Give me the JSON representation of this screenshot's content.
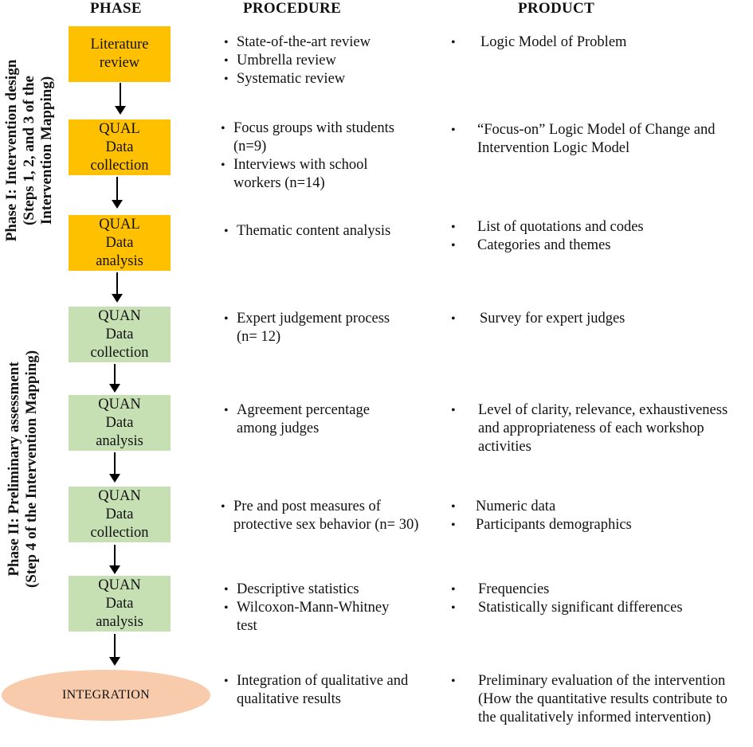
{
  "headers": {
    "phase": "PHASE",
    "procedure": "PROCEDURE",
    "product": "PRODUCT"
  },
  "phase_labels": {
    "phase1": [
      "Phase I: Intervention design",
      "(Steps 1, 2, and 3 of the",
      "Intervention Mapping)"
    ],
    "phase2": [
      "Phase II: Preliminary assessment",
      "(Step 4 of the Intervention Mapping)"
    ]
  },
  "steps": [
    {
      "box": [
        "Literature",
        "review"
      ],
      "kind": "qual",
      "procedure": [
        "State-of-the-art review",
        "Umbrella review",
        "Systematic review"
      ],
      "product": [
        "Logic Model of Problem"
      ]
    },
    {
      "box": [
        "QUAL",
        "Data",
        "collection"
      ],
      "kind": "qual",
      "procedure": [
        "Focus groups with students (n=9)",
        "Interviews with school workers (n=14)"
      ],
      "product": [
        "“Focus-on” Logic Model of Change and Intervention Logic Model"
      ]
    },
    {
      "box": [
        "QUAL",
        "Data",
        "analysis"
      ],
      "kind": "qual",
      "procedure": [
        "Thematic content analysis"
      ],
      "product": [
        "List of quotations and codes",
        "Categories and themes"
      ]
    },
    {
      "box": [
        "QUAN",
        "Data",
        "collection"
      ],
      "kind": "quan",
      "procedure": [
        "Expert judgement process (n= 12)"
      ],
      "product": [
        "Survey for expert judges"
      ]
    },
    {
      "box": [
        "QUAN",
        "Data",
        "analysis"
      ],
      "kind": "quan",
      "procedure": [
        "Agreement percentage among judges"
      ],
      "product": [
        "Level of clarity, relevance, exhaustiveness and appropriateness of each workshop activities"
      ]
    },
    {
      "box": [
        "QUAN",
        "Data",
        "collection"
      ],
      "kind": "quan",
      "procedure": [
        "Pre and post measures of protective sex behavior (n= 30)"
      ],
      "product": [
        "Numeric data",
        "Participants demographics"
      ]
    },
    {
      "box": [
        "QUAN",
        "Data",
        "analysis"
      ],
      "kind": "quan",
      "procedure": [
        "Descriptive statistics",
        "Wilcoxon-Mann-Whitney test"
      ],
      "product": [
        "Frequencies",
        "Statistically significant differences"
      ]
    },
    {
      "box": [
        "INTEGRATION"
      ],
      "kind": "integration",
      "procedure": [
        "Integration of qualitative and qualitative results"
      ],
      "product": [
        "Preliminary evaluation of the intervention (How the quantitative results contribute to the qualitatively informed intervention)"
      ]
    }
  ],
  "colors": {
    "qual": "#ffc000",
    "quan": "#c6e0b4",
    "integration": "#f8cbad"
  }
}
